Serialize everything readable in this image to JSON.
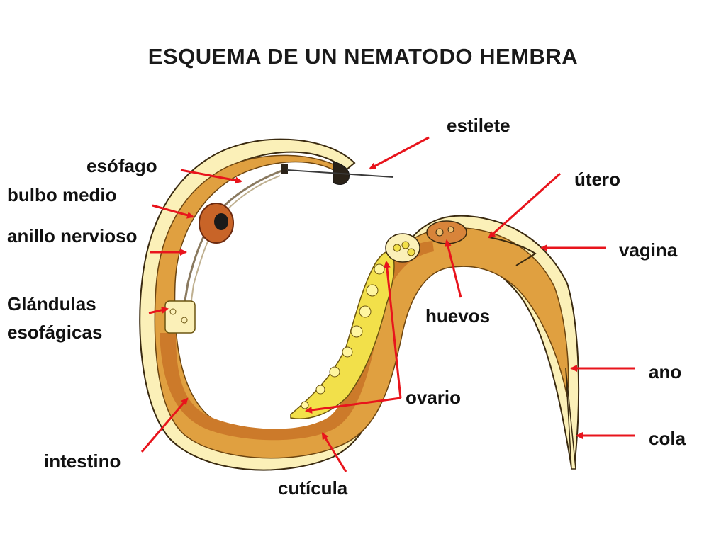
{
  "title": "ESQUEMA DE UN NEMATODO HEMBRA",
  "labels": {
    "estilete": "estilete",
    "esofago": "esófago",
    "bulbo_medio": "bulbo medio",
    "anillo_nervioso": "anillo nervioso",
    "glandulas_line1": "Glándulas",
    "glandulas_line2": "esofágicas",
    "intestino": "intestino",
    "cuticula": "cutícula",
    "ovario": "ovario",
    "huevos": "huevos",
    "utero": "útero",
    "vagina": "vagina",
    "ano": "ano",
    "cola": "cola"
  },
  "colors": {
    "arrow": "#e8141c",
    "cuticle": "#fbf0b8",
    "body": "#e0a040",
    "intestine": "#cc7a2a",
    "ovary": "#f2e04a",
    "outline": "#3a2a10"
  }
}
